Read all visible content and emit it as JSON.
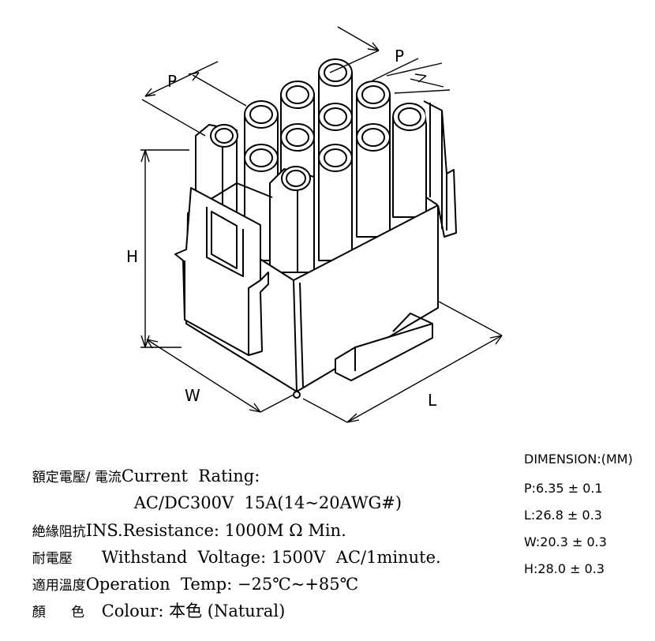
{
  "drawing": {
    "labels": {
      "pitch_top": "P",
      "pitch_left": "P",
      "height": "H",
      "width": "W",
      "length": "L"
    }
  },
  "specs": [
    {
      "cn": "額定電壓/ 電流",
      "en": "Current  Rating:"
    },
    {
      "cn": "",
      "en": "AC/DC300V  15A(14~20AWG#)"
    },
    {
      "cn": "絶緣阻抗",
      "en": "INS.Resistance: 1000M Ω Min."
    },
    {
      "cn": "耐電壓",
      "en": "Withstand  Voltage: 1500V  AC/1minute."
    },
    {
      "cn": "適用溫度",
      "en": "Operation  Temp: −25℃~+85℃"
    },
    {
      "cn": "顏      色",
      "en": "Colour: 本色 (Natural)"
    }
  ],
  "dimensions": {
    "title": "DIMENSION:(MM)",
    "rows": [
      "P:6.35 ± 0.1",
      "L:26.8 ± 0.3",
      "W:20.3 ± 0.3",
      "H:28.0 ± 0.3"
    ]
  }
}
